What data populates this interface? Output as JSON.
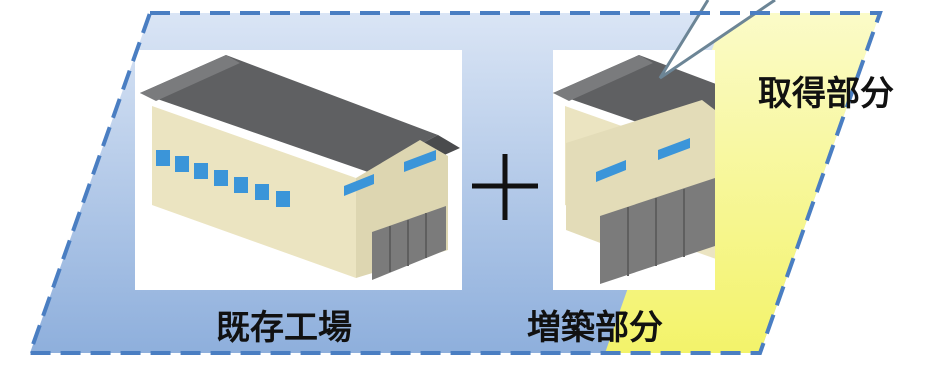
{
  "labels": {
    "existing_factory": "既存工場",
    "extension_part": "増築部分",
    "acquired_part": "取得部分"
  },
  "operator": "+",
  "colors": {
    "region_fill_top": "#d6e2f4",
    "region_fill_bottom": "#8fb0dd",
    "region_border": "#4a7ec2",
    "acquired_fill": "#f7f78a",
    "roof": "#6d6e70",
    "wall": "#eee8c4",
    "window": "#3b95d9",
    "door": "#7b7b7b"
  },
  "icons": [
    "factory-icon",
    "factory-icon",
    "plus-icon",
    "speech-callout"
  ]
}
